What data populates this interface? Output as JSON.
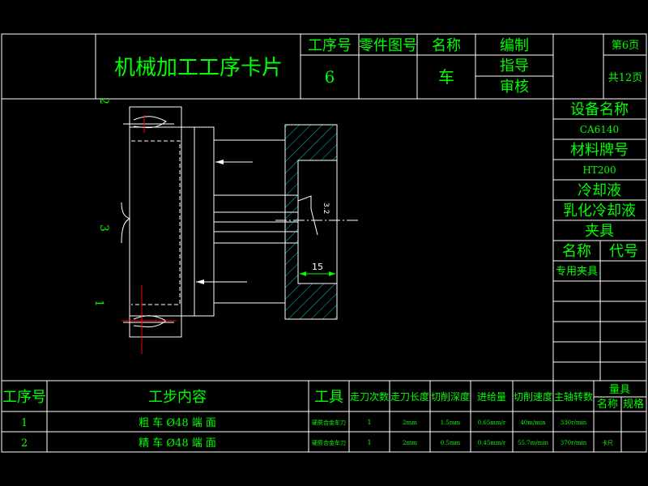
{
  "header": {
    "title": "机械加工工序卡片",
    "col_process_no": "工序号",
    "col_part_drawing": "零件图号",
    "col_name": "名称",
    "col_compile": "编制",
    "col_guide": "指导",
    "col_review": "审核",
    "page": "第6页",
    "total": "共12页",
    "process_no_value": "6",
    "name_value": "车"
  },
  "equipment": {
    "label": "设备名称",
    "value": "CA6140",
    "material_label": "材料牌号",
    "material_value": "HT200",
    "coolant_label": "冷却液",
    "coolant_value": "乳化冷却液",
    "fixture_label": "夹具",
    "fixture_name_label": "名称",
    "fixture_code_label": "代号",
    "fixture_name_value": "专用夹具"
  },
  "drawing": {
    "label_2": "2",
    "label_3": "3",
    "label_1": "1",
    "roughness": "3.2",
    "dimension": "15"
  },
  "steps_table": {
    "headers": {
      "process_no": "工序号",
      "content": "工步内容",
      "tool": "工具",
      "passes": "走刀次数",
      "length": "走刀长度",
      "depth": "切削深度",
      "feed": "进给量",
      "speed": "切削速度",
      "spindle": "主轴转数",
      "gauge": "量具",
      "gauge_name": "名称",
      "gauge_spec": "规格"
    },
    "rows": [
      {
        "no": "1",
        "content": "粗 车 Ø48 端 面",
        "tool": "硬质合金车刀",
        "passes": "1",
        "length": "2mm",
        "depth": "1.5mm",
        "feed": "0.65mm/r",
        "speed": "40m/min",
        "spindle": "330r/min",
        "gauge_name": "",
        "gauge_spec": ""
      },
      {
        "no": "2",
        "content": "精 车 Ø48 端 面",
        "tool": "硬质合金车刀",
        "passes": "1",
        "length": "2mm",
        "depth": "0.5mm",
        "feed": "0.45mm/r",
        "speed": "55.7m/min",
        "spindle": "370r/min",
        "gauge_name": "卡尺",
        "gauge_spec": ""
      }
    ]
  },
  "colors": {
    "line": "#ffffff",
    "text": "#00ff00",
    "center": "#ff0000",
    "background": "#000000"
  }
}
